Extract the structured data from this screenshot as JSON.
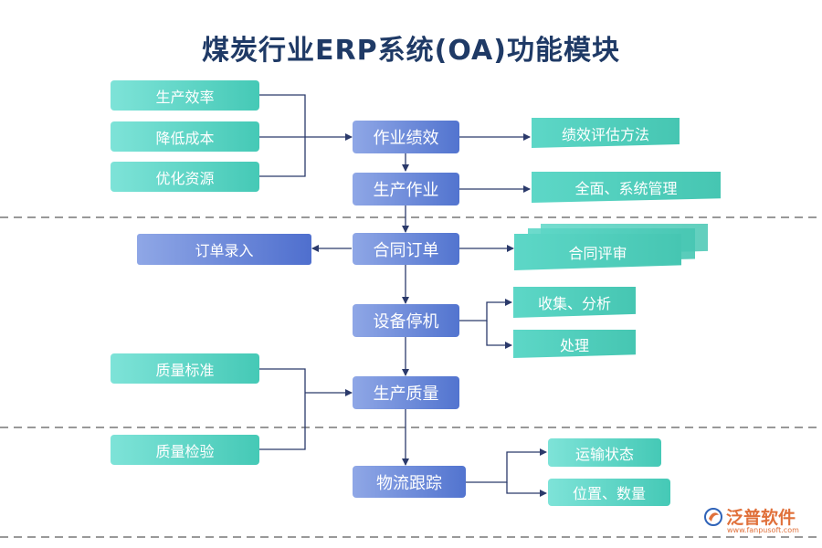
{
  "title": "煤炭行业ERP系统(OA)功能模块",
  "nodes": {
    "production_efficiency": "生产效率",
    "reduce_cost": "降低成本",
    "optimize_resources": "优化资源",
    "work_performance": "作业绩效",
    "performance_evaluation": "绩效评估方法",
    "production_work": "生产作业",
    "comprehensive_management": "全面、系统管理",
    "order_entry": "订单录入",
    "contract_order": "合同订单",
    "contract_review": "合同评审",
    "equipment_shutdown": "设备停机",
    "collect_analyze": "收集、分析",
    "handle": "处理",
    "quality_standard": "质量标准",
    "production_quality": "生产质量",
    "quality_inspection": "质量检验",
    "logistics_tracking": "物流跟踪",
    "transport_status": "运输状态",
    "position_quantity": "位置、数量"
  },
  "logo": {
    "text": "泛普软件",
    "url": "www.fanpusoft.com"
  },
  "colors": {
    "teal": "#45c9b6",
    "blue": "#5274cf",
    "title": "#1f3a66",
    "logo": "#e0703a"
  }
}
